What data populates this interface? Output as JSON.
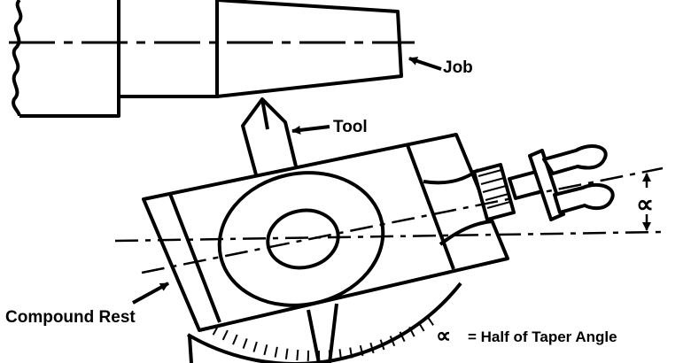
{
  "labels": {
    "job": "Job",
    "tool": "Tool",
    "compound_rest": "Compound Rest",
    "alpha_symbol": "∝",
    "legend_symbol": "∝",
    "legend_text": "= Half of Taper Angle"
  },
  "colors": {
    "ink": "#000000",
    "background": "#ffffff"
  }
}
